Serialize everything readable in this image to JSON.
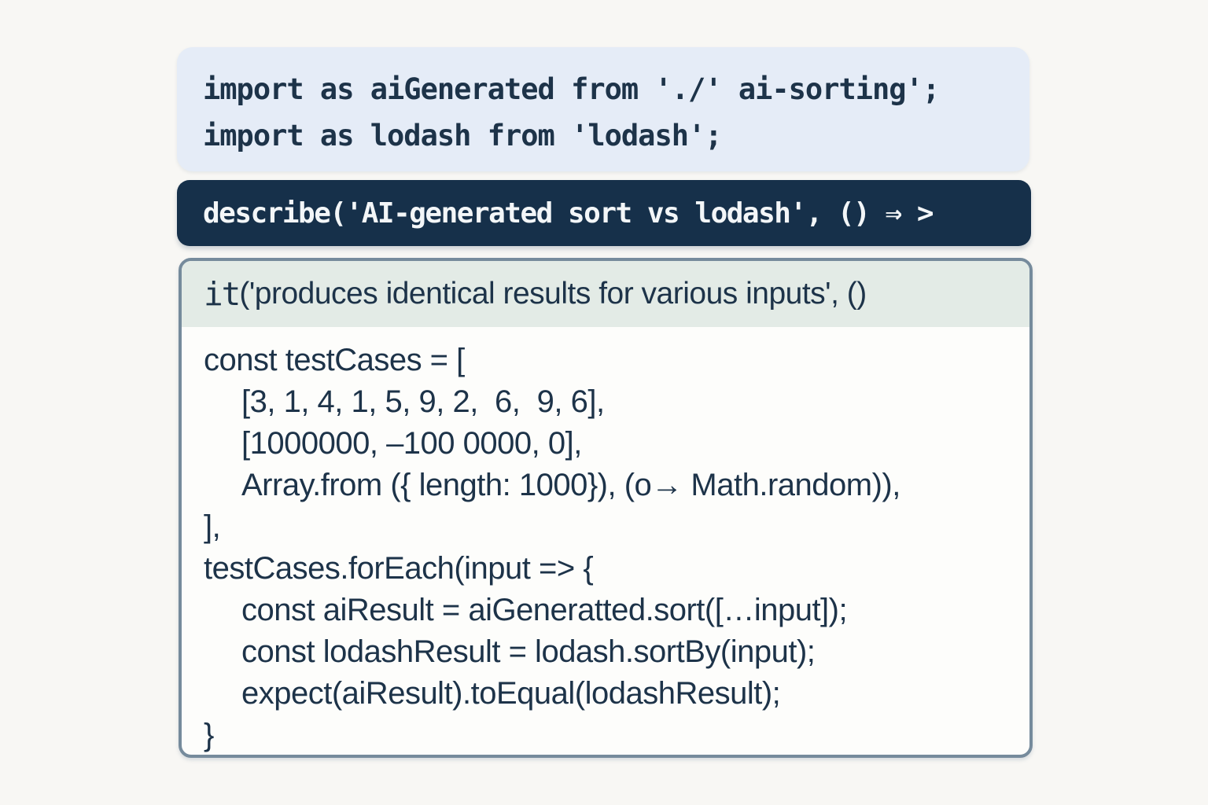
{
  "page": {
    "background": "#f8f7f4"
  },
  "import_block": {
    "background": "#e5ecf7",
    "text_color": "#1d3349",
    "lines": [
      "import as aiGenerated from './' ai-sorting';",
      "import as lodash from 'lodash';"
    ]
  },
  "describe_block": {
    "background": "#16304a",
    "text_color": "#f3f6f8",
    "text": "describe('AI-generated sort vs lodash', () ⇒ >"
  },
  "it_block": {
    "border_color": "#768b9c",
    "background": "#fdfdfb",
    "text_color": "#1d3349",
    "header": {
      "background": "#e3ebe6",
      "keyword": "it",
      "rest": "('produces identical results for various inputs', ()"
    },
    "body_lines": [
      {
        "text": "const testCases = [",
        "indent": 0
      },
      {
        "text": "[3, 1, 4, 1, 5, 9, 2,  6,  9, 6],",
        "indent": 1
      },
      {
        "text": "[1000000, –100 0000, 0],",
        "indent": 1
      },
      {
        "text": "Array.from ({ length: 1000}), (o→ Math.random)),",
        "indent": 1
      },
      {
        "text": "],",
        "indent": 0
      },
      {
        "text": "testCases.forEach(input => {",
        "indent": 0
      },
      {
        "text": "const aiResult = aiGeneratted.sort([…input]);",
        "indent": 1
      },
      {
        "text": "const lodashResult = lodash.sortBy(input);",
        "indent": 1
      },
      {
        "text": "expect(aiResult).toEqual(lodashResult);",
        "indent": 1
      },
      {
        "text": "}",
        "indent": 0
      }
    ]
  }
}
